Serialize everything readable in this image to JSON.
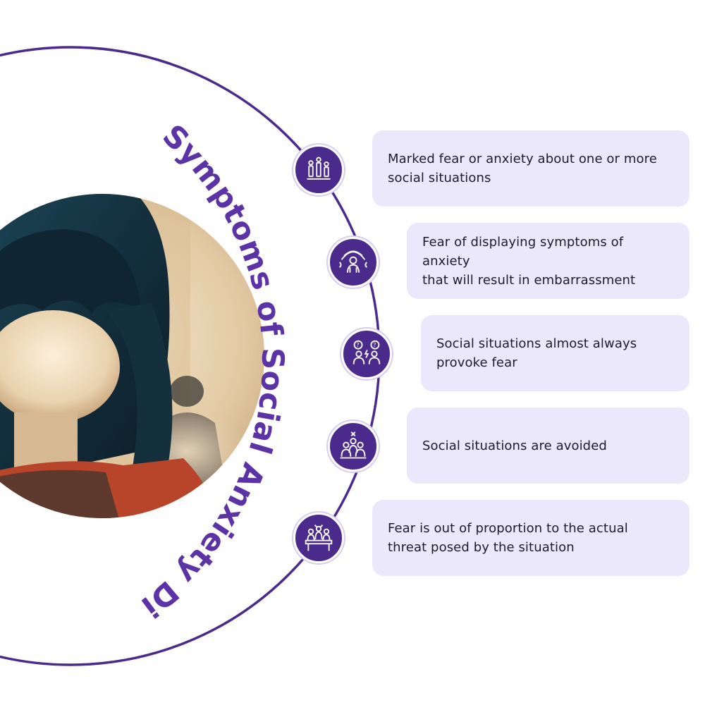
{
  "title": "Symptoms of Social Anxiety Disorder",
  "colors": {
    "accent": "#4a2b8c",
    "title_text": "#5b33a6",
    "ring": "#4a2b8c",
    "card_background": "#ebe8fc",
    "card_text": "#1f1a2e"
  },
  "photo": {
    "description_icon": "portrait-of-woman-with-faceless-figure"
  },
  "symptoms": [
    {
      "icon": "people-standing-icon",
      "text_line1": "Marked fear or anxiety about one or more",
      "text_line2": "social situations"
    },
    {
      "icon": "anxious-person-icon",
      "text_line1": "Fear of displaying symptoms of anxiety",
      "text_line2": "that will result in embarrassment"
    },
    {
      "icon": "confused-conversation-icon",
      "text_line1": "Social situations almost always",
      "text_line2": "provoke fear"
    },
    {
      "icon": "avoided-group-icon",
      "text_line1": "Social situations are avoided",
      "text_line2": ""
    },
    {
      "icon": "meeting-table-icon",
      "text_line1": "Fear is out of proportion to the actual",
      "text_line2": "threat posed by the situation"
    }
  ]
}
